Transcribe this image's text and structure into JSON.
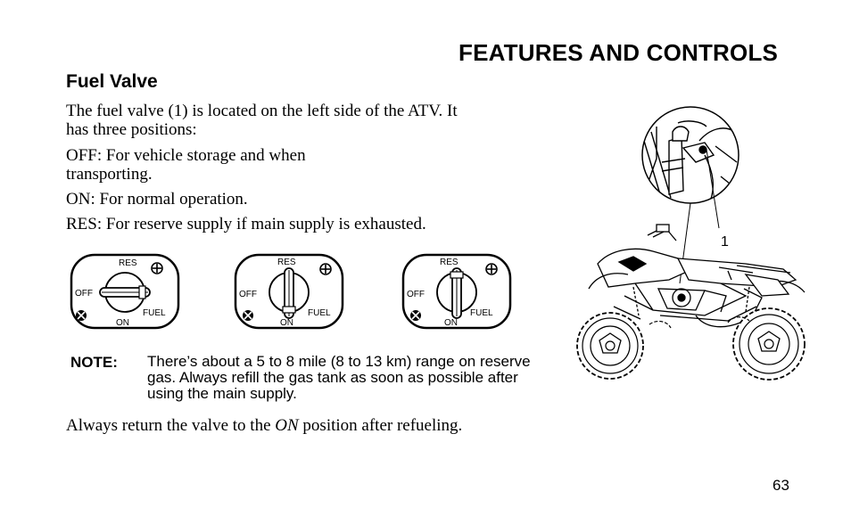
{
  "header": {
    "section_title": "FEATURES AND CONTROLS"
  },
  "content": {
    "heading": "Fuel Valve",
    "intro": "The fuel valve (1) is located on the left side of the ATV.  It has three positions:",
    "positions": {
      "off": "OFF:  For vehicle storage and when transporting.",
      "on": "ON:  For normal operation.",
      "res": "RES:  For reserve supply if main supply is exhausted."
    },
    "valve_labels": {
      "res": "RES",
      "off": "OFF",
      "on": "ON",
      "fuel": "FUEL"
    },
    "note": {
      "label": "NOTE:",
      "text": "There’s about a 5 to 8 mile (8 to 13 km) range on reserve gas.  Always refill the gas tank as soon as possible after using the main supply."
    },
    "closing": {
      "before": "Always return the valve to the ",
      "emphasis": "ON",
      "after": " position after refueling."
    }
  },
  "illustration": {
    "callout_number": "1"
  },
  "footer": {
    "page_number": "63"
  }
}
